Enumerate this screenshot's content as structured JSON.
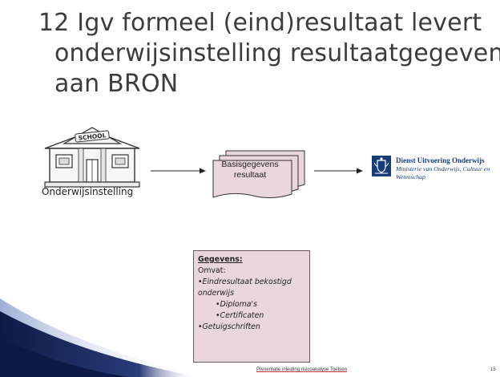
{
  "title": {
    "line1": "12 Igv formeel (eind)resultaat levert",
    "line2": "onderwijsinstelling resultaatgegevens",
    "line3": "aan  BRON"
  },
  "school": {
    "sign": "SCHOOL",
    "label": "Onderwijsinstelling"
  },
  "documents": {
    "line1": "Basisgegevens",
    "line2": "resultaat"
  },
  "duo": {
    "name": "Dienst Uitvoering Onderwijs",
    "ministry": "Ministerie van Onderwijs, Cultuur en",
    "ministry2": "Wetenschap"
  },
  "gegevens": {
    "header": "Gegevens:",
    "omvat": "Omvat:",
    "item1a": "•Eindresultaat bekostigd",
    "item1b": "onderwijs",
    "item2": "•Diploma's",
    "item3": "•Certificaten",
    "item4": "•Getuigschriften"
  },
  "footer": {
    "text": "Presentatie inleiding risicoanalyse Toetsen",
    "page": "15"
  },
  "colors": {
    "title": "#3c3c3c",
    "box_fill": "#ead7dd",
    "docs_fill": "#ead7dd",
    "duo_blue": "#163d7a",
    "swoosh": "#1b2a5c"
  },
  "icons": [
    "school-building-icon",
    "arrow-right-icon",
    "document-stack-icon",
    "duo-crest-icon"
  ]
}
